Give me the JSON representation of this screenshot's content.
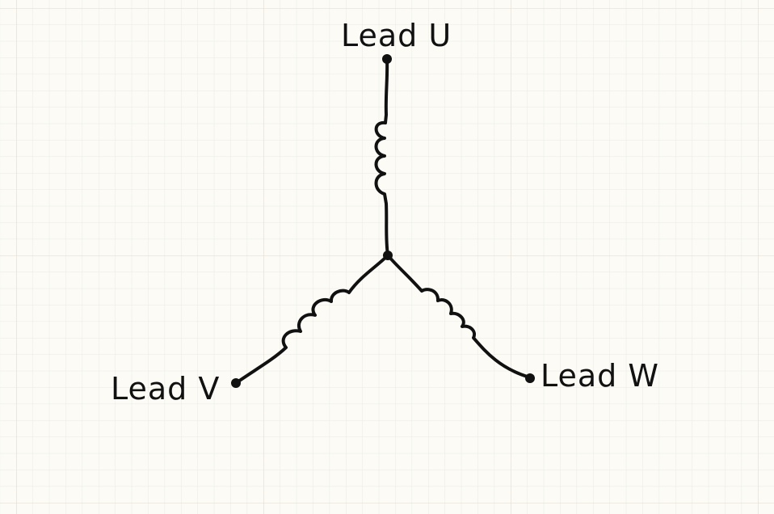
{
  "diagram": {
    "type": "wye-connected-windings",
    "leads": {
      "u": {
        "label": "Lead U"
      },
      "v": {
        "label": "Lead V"
      },
      "w": {
        "label": "Lead W"
      }
    }
  }
}
